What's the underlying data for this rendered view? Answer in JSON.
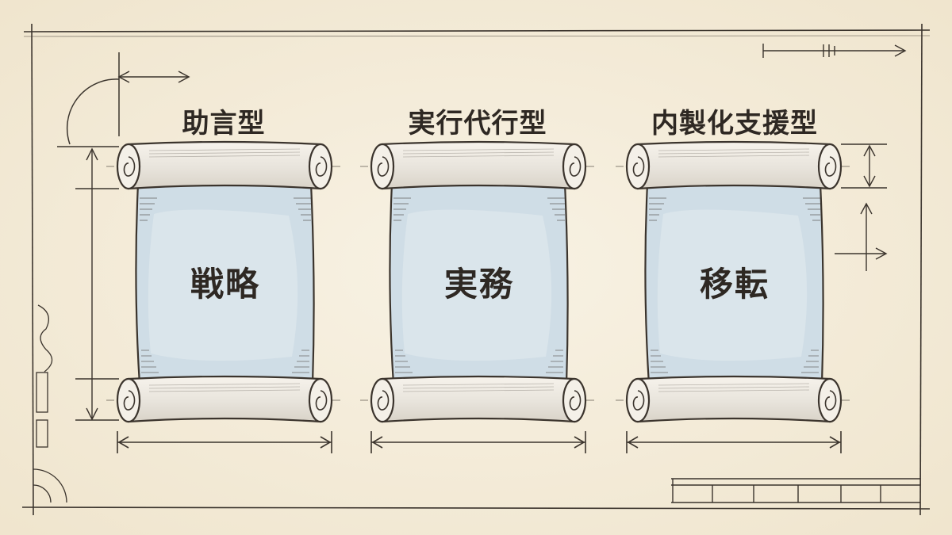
{
  "cards": [
    {
      "label": "助言型",
      "scroll_text": "戦略"
    },
    {
      "label": "実行代行型",
      "scroll_text": "実務"
    },
    {
      "label": "内製化支援型",
      "scroll_text": "移転"
    }
  ],
  "colors": {
    "paper": "#f6efdf",
    "ink": "#3b342d",
    "wash": "#cfdde6",
    "text": "#2e2823"
  }
}
